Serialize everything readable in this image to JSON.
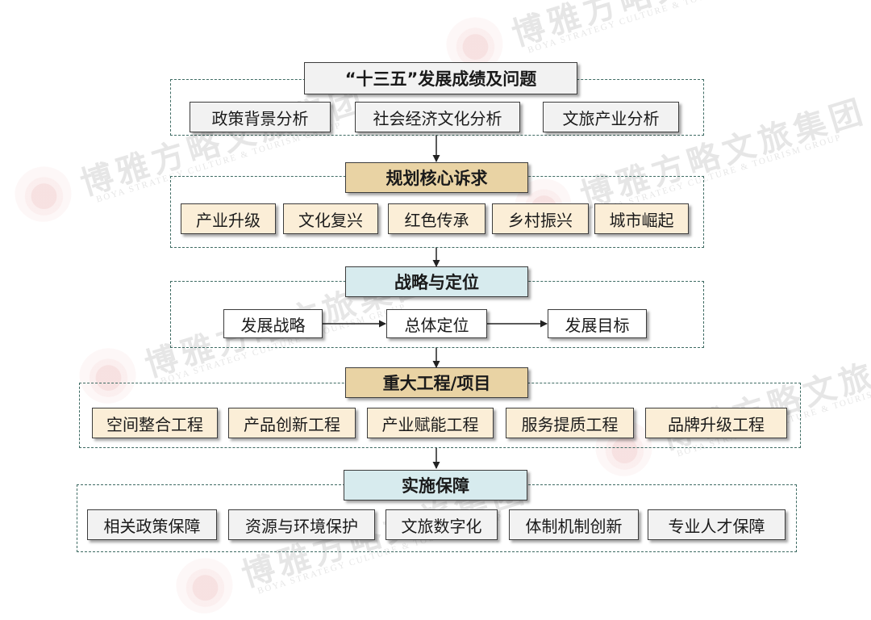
{
  "watermark": {
    "cn": "博雅方略文旅集团",
    "en": "BOYA STRATEGY CULTURE & TOURISM GROUP"
  },
  "sections": [
    {
      "title": "“十三五”发展成绩及问题",
      "items": [
        "政策背景分析",
        "社会经济文化分析",
        "文旅产业分析"
      ]
    },
    {
      "title": "规划核心诉求",
      "items": [
        "产业升级",
        "文化复兴",
        "红色传承",
        "乡村振兴",
        "城市崛起"
      ]
    },
    {
      "title": "战略与定位",
      "items": [
        "发展战略",
        "总体定位",
        "发展目标"
      ]
    },
    {
      "title": "重大工程/项目",
      "items": [
        "空间整合工程",
        "产品创新工程",
        "产业赋能工程",
        "服务提质工程",
        "品牌升级工程"
      ]
    },
    {
      "title": "实施保障",
      "items": [
        "相关政策保障",
        "资源与环境保护",
        "文旅数字化",
        "体制机制创新",
        "专业人才保障"
      ]
    }
  ],
  "colors": {
    "dashed_border": "#3e6b63",
    "header_grey": "#f2f2f2",
    "header_gold": "#e9d3a4",
    "header_cyan": "#d7ebee",
    "box_grey": "#f2f2f2",
    "box_tan": "#fbeed7",
    "box_white": "#ffffff"
  }
}
